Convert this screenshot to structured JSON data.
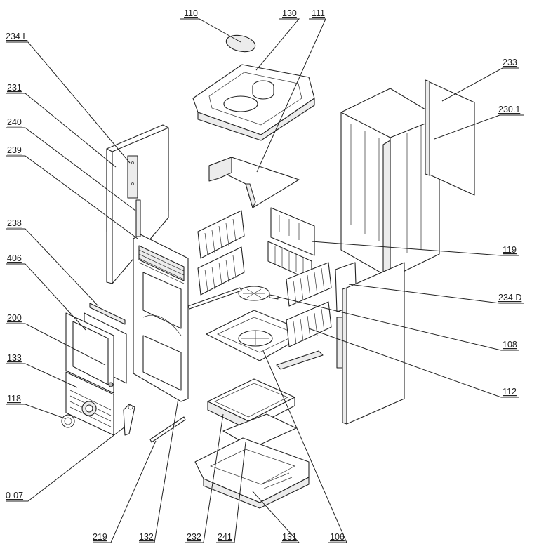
{
  "labels": [
    {
      "id": "110",
      "text": "110"
    },
    {
      "id": "130",
      "text": "130"
    },
    {
      "id": "111",
      "text": "111"
    },
    {
      "id": "234L",
      "text": "234 L"
    },
    {
      "id": "231",
      "text": "231"
    },
    {
      "id": "240",
      "text": "240"
    },
    {
      "id": "239",
      "text": "239"
    },
    {
      "id": "238",
      "text": "238"
    },
    {
      "id": "406",
      "text": "406"
    },
    {
      "id": "200",
      "text": "200"
    },
    {
      "id": "133",
      "text": "133"
    },
    {
      "id": "118",
      "text": "118"
    },
    {
      "id": "0-07",
      "text": "0-07"
    },
    {
      "id": "219",
      "text": "219"
    },
    {
      "id": "132",
      "text": "132"
    },
    {
      "id": "232",
      "text": "232"
    },
    {
      "id": "241",
      "text": "241"
    },
    {
      "id": "131",
      "text": "131"
    },
    {
      "id": "106",
      "text": "106"
    },
    {
      "id": "112",
      "text": "112"
    },
    {
      "id": "108",
      "text": "108"
    },
    {
      "id": "234D",
      "text": "234 D"
    },
    {
      "id": "119",
      "text": "119"
    },
    {
      "id": "230.1",
      "text": "230.1"
    },
    {
      "id": "233",
      "text": "233"
    }
  ]
}
